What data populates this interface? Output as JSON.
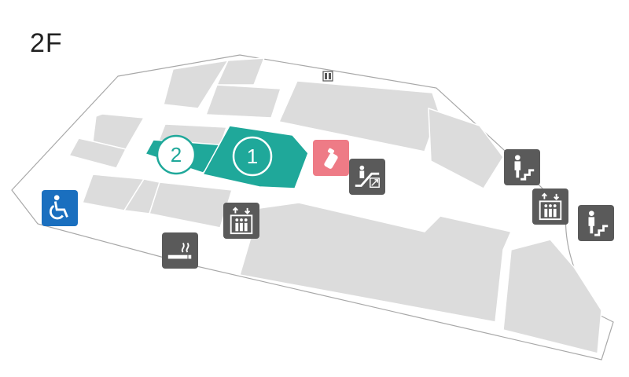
{
  "floor": {
    "label": "2F"
  },
  "shops": [
    {
      "number": "1",
      "highlight_color": "#1fa89a"
    },
    {
      "number": "2",
      "highlight_color": "#1fa89a"
    }
  ],
  "facilities": [
    {
      "type": "elevator",
      "icon": "elevator-icon"
    },
    {
      "type": "elevator",
      "icon": "elevator-icon"
    },
    {
      "type": "stairs",
      "icon": "stairs-icon"
    },
    {
      "type": "stairs",
      "icon": "stairs-icon"
    },
    {
      "type": "escalator",
      "icon": "escalator-icon"
    },
    {
      "type": "nursing-room",
      "icon": "baby-bottle-icon"
    },
    {
      "type": "smoking-area",
      "icon": "smoking-icon"
    },
    {
      "type": "accessible-restroom",
      "icon": "wheelchair-icon"
    },
    {
      "type": "locker",
      "icon": "locker-icon"
    }
  ],
  "colors": {
    "shop_block": "#dcdcdc",
    "highlight": "#1fa89a",
    "icon_gray": "#5a5a5a",
    "icon_blue": "#1a6fbf",
    "icon_pink": "#ee7b86"
  }
}
